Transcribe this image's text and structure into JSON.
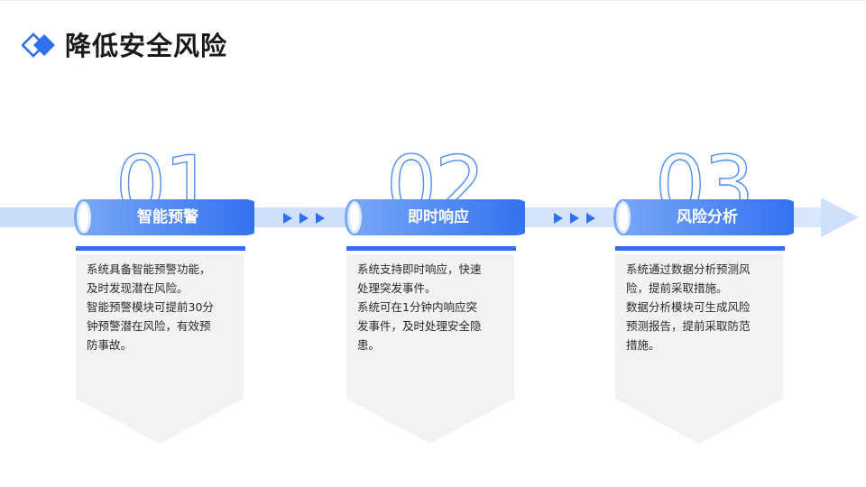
{
  "page": {
    "title": "降低安全风险"
  },
  "colors": {
    "accent": "#2f6ff0",
    "band": "#d3e2fb",
    "card": "#f2f2f2",
    "text": "#2a2a2a"
  },
  "icons": {
    "title_logo": "double-diamond-icon",
    "separator": "triple-chevron-icon",
    "arrow_head": "arrow-head-icon"
  },
  "steps": [
    {
      "number": "01",
      "label": "智能预警",
      "lines": [
        "系统具备智能预警功能，",
        "及时发现潜在风险。",
        "智能预警模块可提前30分",
        "钟预警潜在风险，有效预",
        "防事故。"
      ]
    },
    {
      "number": "02",
      "label": "即时响应",
      "lines": [
        "系统支持即时响应，快速",
        "处理突发事件。",
        "系统可在1分钟内响应突",
        "发事件，及时处理安全隐",
        "患。"
      ]
    },
    {
      "number": "03",
      "label": "风险分析",
      "lines": [
        "系统通过数据分析预测风",
        "险，提前采取措施。",
        "数据分析模块可生成风险",
        "预测报告，提前采取防范",
        "措施。"
      ]
    }
  ]
}
